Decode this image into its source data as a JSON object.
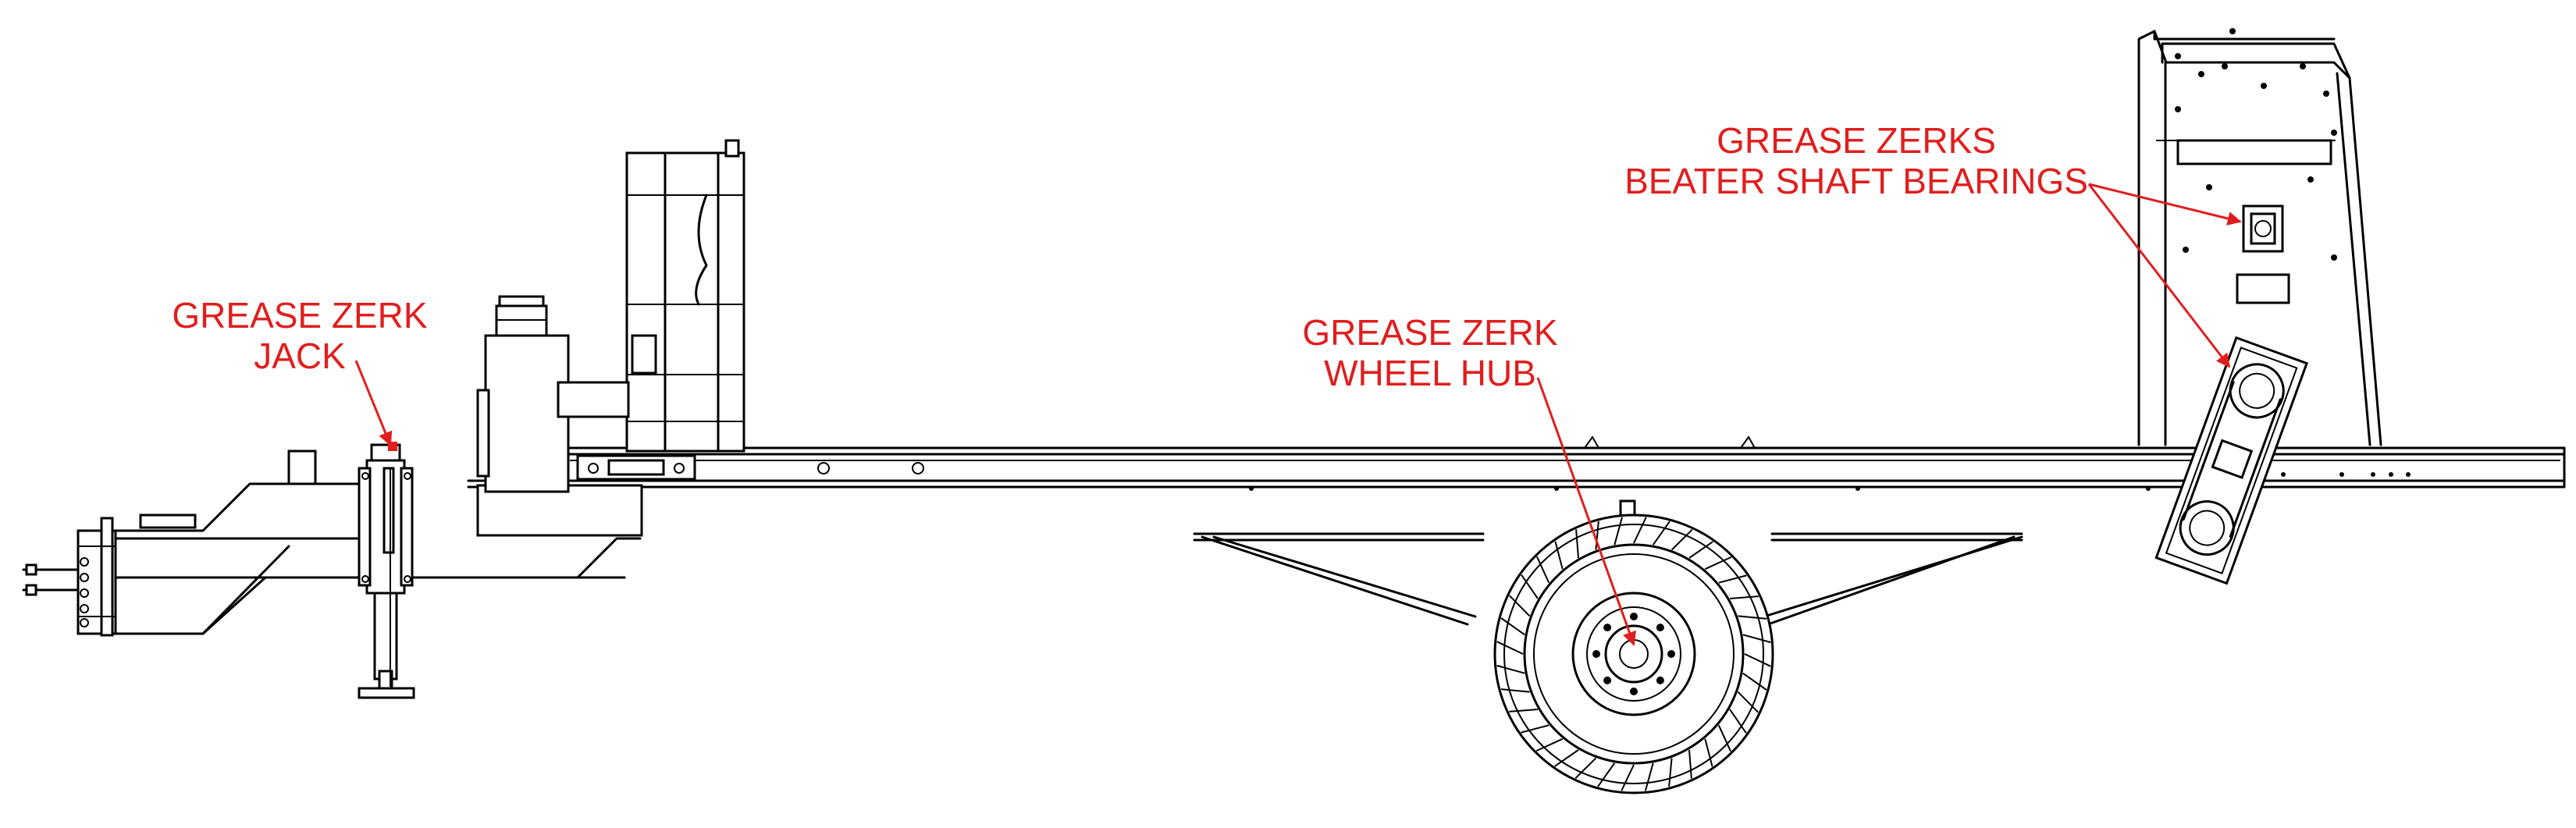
{
  "callouts": {
    "jack": {
      "line1": "GREASE ZERK",
      "line2": "JACK"
    },
    "wheel_hub": {
      "line1": "GREASE ZERK",
      "line2": "WHEEL HUB"
    },
    "beater": {
      "line1": "GREASE ZERKS",
      "line2": "BEATER SHAFT BEARINGS"
    }
  },
  "colors": {
    "callout": "#e01e1e",
    "drawing": "#000000"
  }
}
